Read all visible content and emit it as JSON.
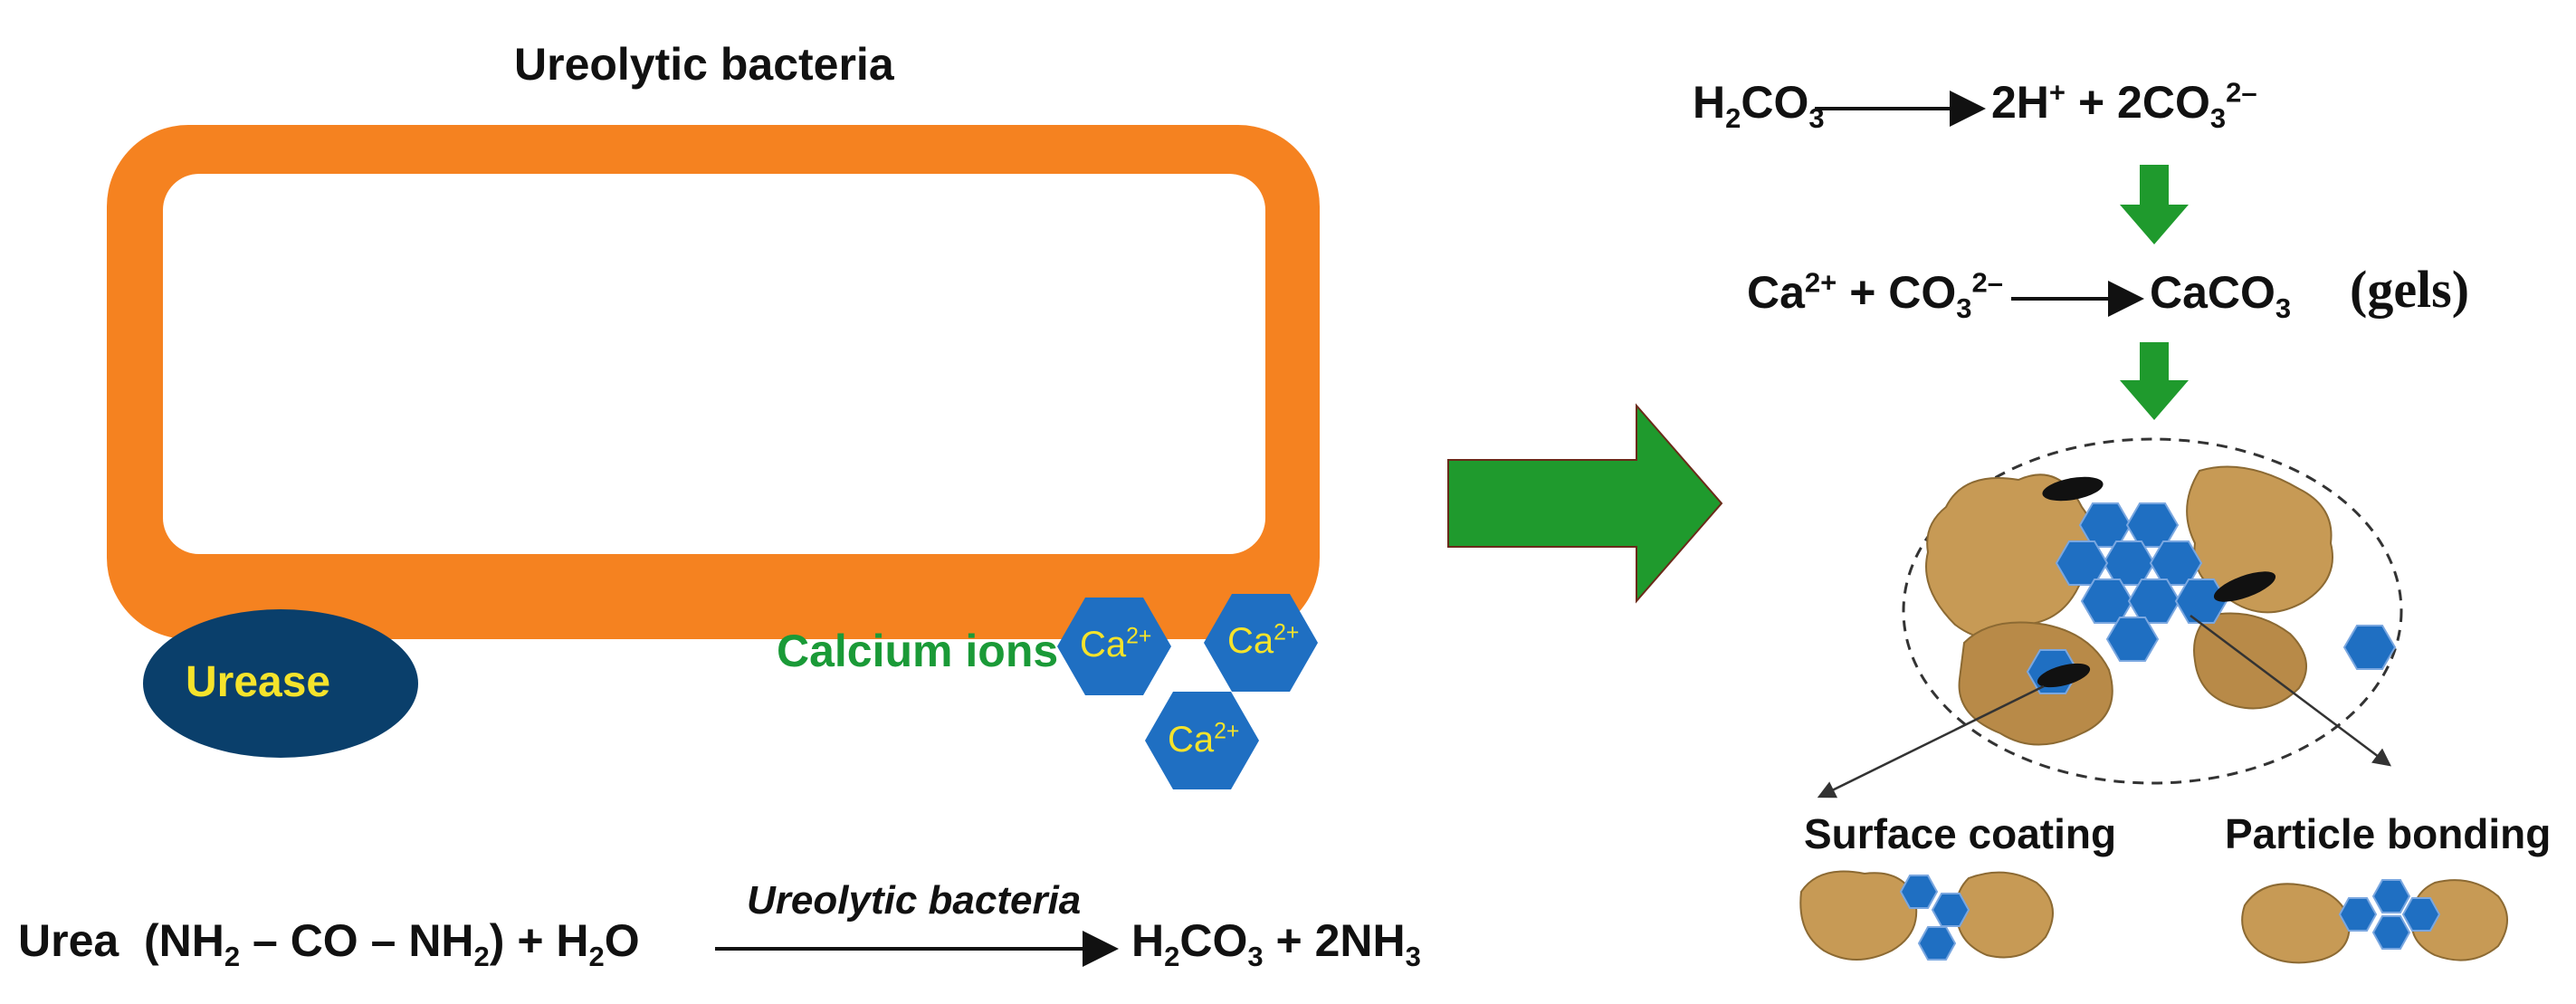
{
  "bacteria": {
    "title": "Ureolytic bacteria",
    "urease_label": "Urease",
    "calcium_label": "Calcium ions",
    "ca_ion": {
      "base": "Ca",
      "charge": "2+"
    }
  },
  "equation_urea": {
    "urea": "Urea",
    "nh2_a": "NH",
    "sub_a": "2",
    "co": "– CO –",
    "nh2_b": "NH",
    "sub_b": "2",
    "plus_water": "+ H",
    "water_sub": "2",
    "water_tail": "O",
    "over_arrow": "Ureolytic bacteria",
    "product_a": "H",
    "product_a_sub1": "2",
    "product_a_mid": "CO",
    "product_a_sub2": "3",
    "product_b": "+ 2NH",
    "product_b_sub": "3"
  },
  "equation_carbonic": {
    "reactant": "H",
    "reactant_sub1": "2",
    "reactant_mid": "CO",
    "reactant_sub2": "3",
    "product_a": "2H",
    "product_a_sup": "+",
    "product_b": "+ 2CO",
    "product_b_sub": "3",
    "product_b_sup": "2–"
  },
  "equation_calcite": {
    "reactant_a": "Ca",
    "reactant_a_sup": "2+",
    "reactant_b": "+ CO",
    "reactant_b_sub": "3",
    "reactant_b_sup": "2–",
    "product": "CaCO",
    "product_sub": "3",
    "note": "(gels)"
  },
  "labels": {
    "surface_coating": "Surface coating",
    "particle_bonding": "Particle bonding"
  },
  "colors": {
    "cell_wall": "#f58220",
    "urease": "#0a3f6b",
    "urease_text": "#f5e32b",
    "calcium_text": "#1a9a37",
    "ion_fill": "#1f6fc2",
    "ion_text": "#f5e32b",
    "green_arrow": "#1f9a2d",
    "grain": "#c79a55"
  }
}
